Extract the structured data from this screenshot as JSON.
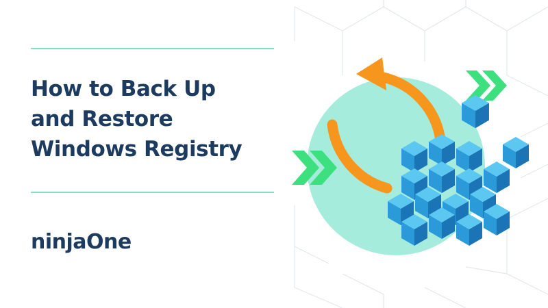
{
  "headline": {
    "line1": "How to Back Up",
    "line2": "and Restore",
    "line3": "Windows Registry"
  },
  "brand": {
    "logo_text": "ninjaOne"
  },
  "colors": {
    "navy": "#1d3a5f",
    "mint_rule": "#7ee2c2",
    "circle": "#a6ecdd",
    "arrow_orange": "#f7961d",
    "chevron_green": "#3de07f",
    "cube_light": "#5cc8f2",
    "cube_mid": "#2a9ad8",
    "cube_dark": "#1a74b6"
  },
  "illustration": {
    "icons": [
      "registry-cubes-icon",
      "refresh-arrow-icon",
      "chevron-right-icon"
    ]
  }
}
